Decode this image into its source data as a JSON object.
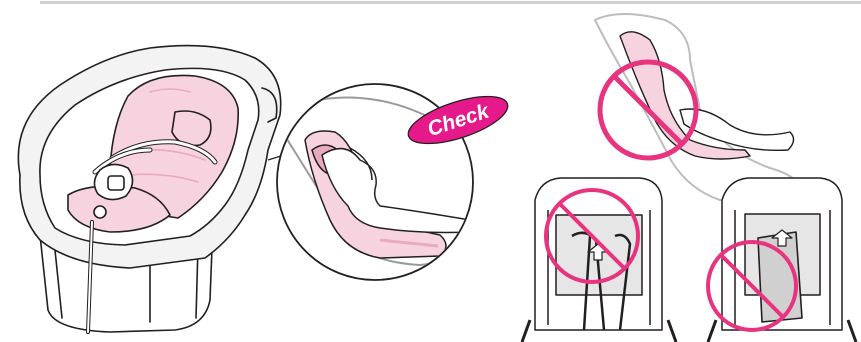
{
  "callout": {
    "label": "Check"
  },
  "colors": {
    "pink_fill": "#f6d3df",
    "pink_dark": "#e9a9bf",
    "badge_magenta": "#e6198a",
    "prohibition_pink": "#e8337e",
    "outline": "#231f20",
    "seat_gray": "#d9d9d9",
    "rule_gray": "#cfcfcf"
  },
  "icons": [
    "car-seat-illustration",
    "magnifier-circle",
    "check-badge",
    "prohibition-sign"
  ]
}
